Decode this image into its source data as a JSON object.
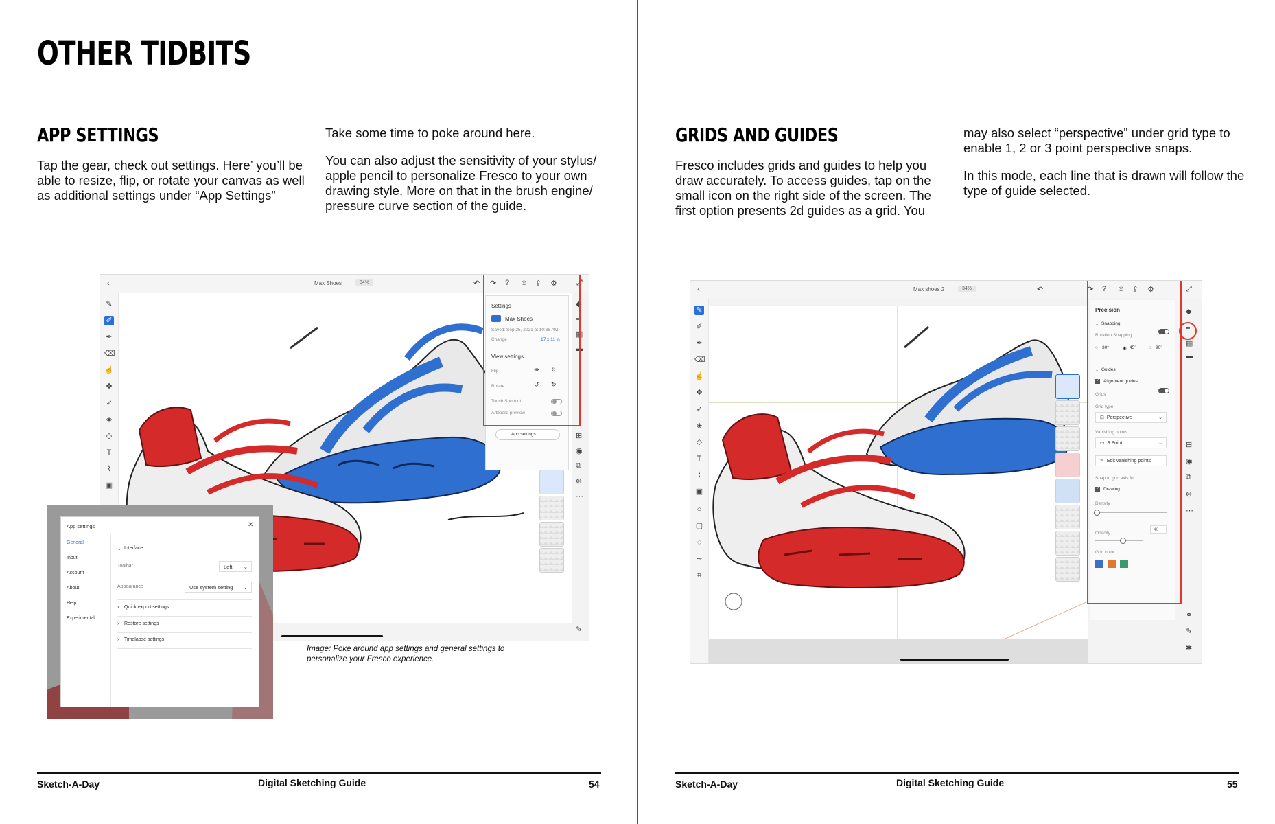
{
  "left_page": {
    "title": "OTHER TIDBITS",
    "section_heading": "APP SETTINGS",
    "col1_text": "Tap the gear, check out settings. Here’ you’ll be able to resize, flip, or rotate your canvas as well as additional settings under “App Settings”",
    "col2_text_1": "Take some time to poke around here.",
    "col2_text_2": "You can also adjust the sensitivity of your stylus/ apple pencil to personalize Fresco to your own drawing style. More on that in the brush engine/ pressure curve section of the guide.",
    "caption": "Image: Poke around app settings and general settings to personalize your Fresco experience.",
    "footer_left": "Sketch-A-Day",
    "footer_center": "Digital Sketching Guide",
    "page_number": "54",
    "screenshot": {
      "doc_name": "Max Shoes",
      "zoom": "34%",
      "settings_panel": {
        "title": "Settings",
        "file_name": "Max Shoes",
        "saved": "Saved: Sep 25, 2021 at 10:38 AM",
        "change_label": "Change",
        "change_value": "17 x 11 in",
        "view_settings": "View settings",
        "flip": "Flip",
        "rotate": "Rotate",
        "touch_shortcut": "Touch Shortcut",
        "artboard_preview": "Artboard preview",
        "app_settings_button": "App settings"
      },
      "app_settings_dialog": {
        "title": "App settings",
        "nav": [
          "General",
          "Input",
          "Account",
          "About",
          "Help",
          "Experimental"
        ],
        "interface": "Interface",
        "toolbar_label": "Toolbar",
        "toolbar_value": "Left",
        "appearance_label": "Appearance",
        "appearance_value": "Use system setting",
        "quick_export": "Quick export settings",
        "restore": "Restore settings",
        "timelapse": "Timelapse settings"
      }
    }
  },
  "right_page": {
    "section_heading": "GRIDS AND GUIDES",
    "col1_text": "Fresco includes grids and guides to help you draw accurately. To access guides, tap on the small icon on the right side of the screen. The first option presents 2d guides as a grid. You",
    "col2_text_1": "may also select “perspective” under grid type to enable 1, 2 or 3 point perspective snaps.",
    "col2_text_2": "In this mode, each line that is drawn will follow the type of guide selected.",
    "footer_left": "Sketch-A-Day",
    "footer_center": "Digital Sketching Guide",
    "page_number": "55",
    "screenshot": {
      "doc_name": "Max shoes 2",
      "zoom": "34%",
      "precision_panel": {
        "title": "Precision",
        "snapping": "Snapping",
        "rotation_snapping": "Rotation Snapping",
        "deg30": "30°",
        "deg45": "45°",
        "deg90": "90°",
        "guides": "Guides",
        "alignment_guides": "Alignment guides",
        "grids": "Grids",
        "grid_type": "Grid type",
        "grid_type_value": "Perspective",
        "vanishing_points": "Vanishing points",
        "vanishing_value": "3 Point",
        "edit_vp": "Edit vanishing points",
        "snap_to": "Snap to grid axis for",
        "drawing": "Drawing",
        "density": "Density",
        "opacity": "Opacity",
        "opacity_value": "40",
        "grid_color": "Grid color",
        "swatches": [
          "#3b6fc9",
          "#e0782e",
          "#3a9b6a"
        ]
      }
    }
  },
  "colors": {
    "accent_red": "#e0392b",
    "shoe_blue": "#2f6fd0",
    "shoe_red": "#d42a2a"
  }
}
